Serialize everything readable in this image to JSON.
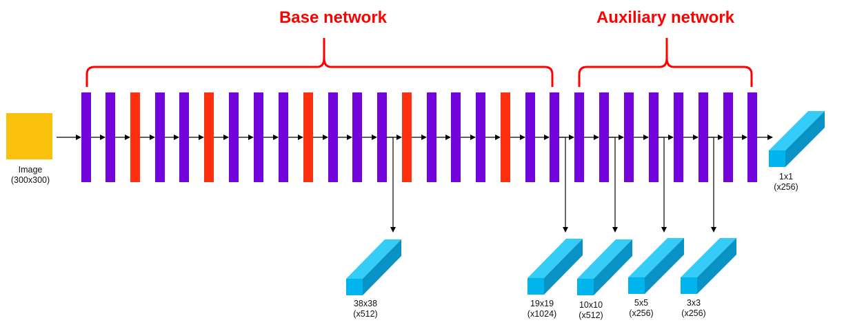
{
  "titles": {
    "base": "Base network",
    "auxiliary": "Auxiliary network"
  },
  "input": {
    "label": "Image",
    "size": "(300x300)"
  },
  "layers": {
    "types": [
      "conv",
      "conv",
      "pool",
      "conv",
      "conv",
      "pool",
      "conv",
      "conv",
      "conv",
      "pool",
      "conv",
      "conv",
      "conv",
      "pool",
      "conv",
      "conv",
      "conv",
      "pool",
      "conv",
      "conv",
      "conv",
      "conv",
      "conv",
      "conv",
      "conv",
      "conv",
      "conv",
      "conv"
    ],
    "base_count": 20,
    "auxiliary_count": 8
  },
  "feature_maps": [
    {
      "label": "38x38",
      "channels": "(x512)"
    },
    {
      "label": "19x19",
      "channels": "(x1024)"
    },
    {
      "label": "10x10",
      "channels": "(x512)"
    },
    {
      "label": "5x5",
      "channels": "(x256)"
    },
    {
      "label": "3x3",
      "channels": "(x256)"
    },
    {
      "label": "1x1",
      "channels": "(x256)"
    }
  ],
  "colors": {
    "conv": "#7305DC",
    "pool": "#FF3010",
    "input": "#F9C00C",
    "feature_front": "#00B4EE",
    "feature_top": "#35CDF7",
    "feature_side": "#0892C6",
    "title": "#FF0000",
    "bracket": "#FF0000",
    "arrow": "#000000"
  }
}
